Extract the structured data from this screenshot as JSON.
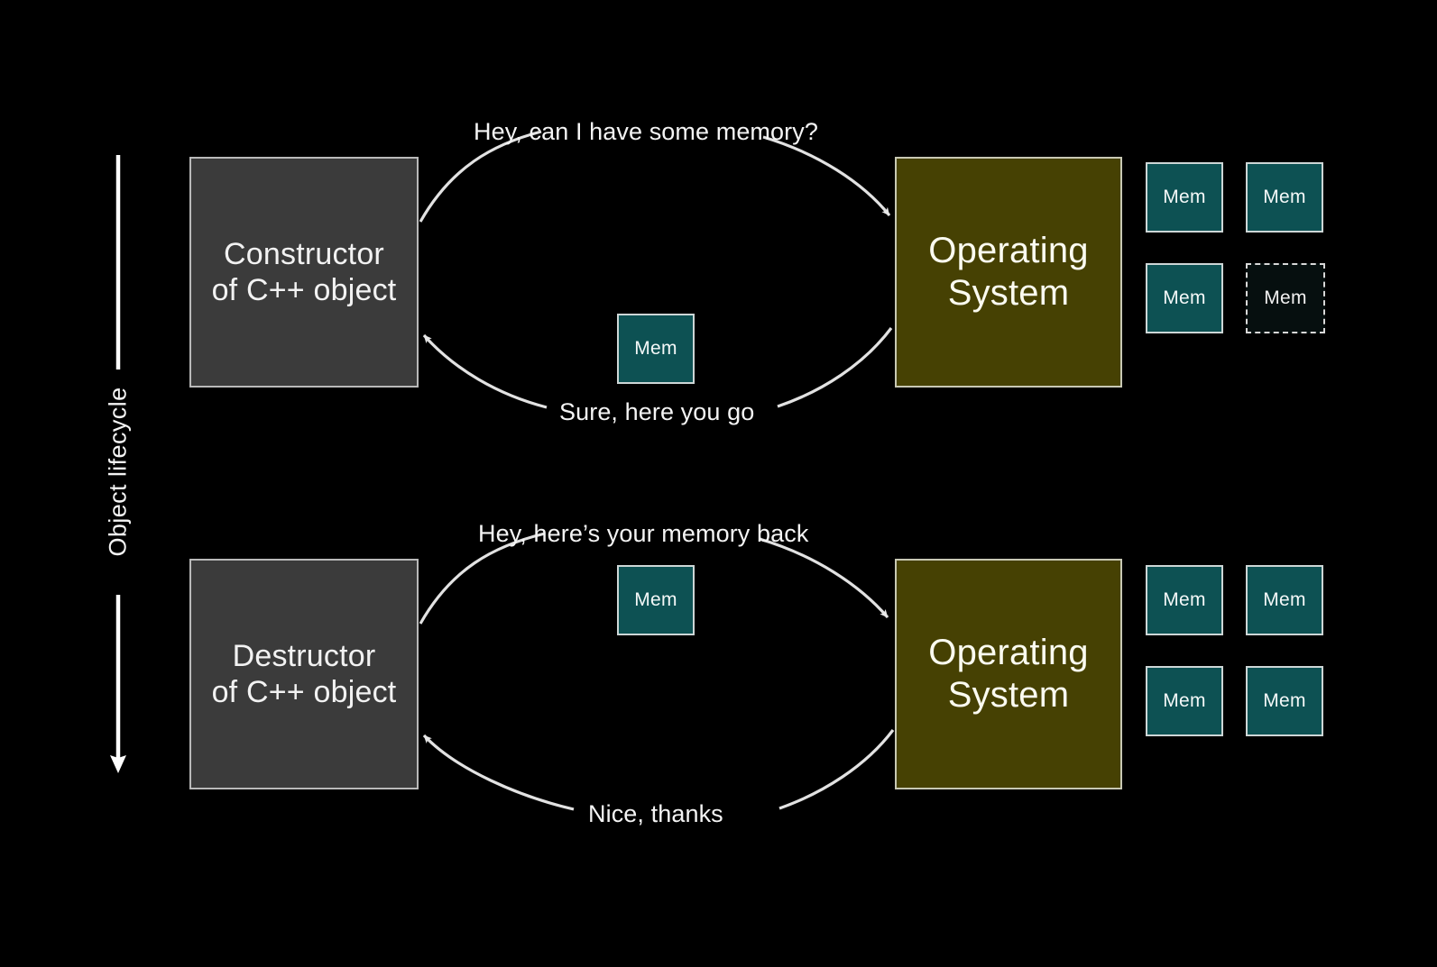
{
  "slide": {
    "background_color": "#000000",
    "title": "",
    "lifecycle_axis": {
      "label": "Object lifecycle",
      "direction": "downward"
    }
  },
  "palette": {
    "background": "#000000",
    "actor_gray": "#3b3b3b",
    "actor_olive": "#464103",
    "mem_teal": "#0d5153",
    "mem_free": "#060f0f",
    "stroke_light": "#c9c9c4",
    "text": "#f4f4f4"
  },
  "phases": [
    {
      "id": "construction",
      "actor": {
        "name": "constructor-box",
        "label": "Constructor\nof C++ object",
        "color": "#3b3b3b"
      },
      "system": {
        "name": "operating-system-box",
        "label": "Operating\nSystem",
        "color": "#464103"
      },
      "request_caption": "Hey, can I have some memory?",
      "response_caption": "Sure, here you go",
      "transferred_memory": {
        "label": "Mem",
        "state": "allocated"
      },
      "memory_pool": [
        {
          "label": "Mem",
          "state": "free"
        },
        {
          "label": "Mem",
          "state": "free"
        },
        {
          "label": "Mem",
          "state": "free"
        },
        {
          "label": "Mem",
          "state": "given-away"
        }
      ]
    },
    {
      "id": "destruction",
      "actor": {
        "name": "destructor-box",
        "label": "Destructor\nof C++ object",
        "color": "#3b3b3b"
      },
      "system": {
        "name": "operating-system-box",
        "label": "Operating\nSystem",
        "color": "#464103"
      },
      "request_caption": "Hey, here’s your memory back",
      "response_caption": "Nice, thanks",
      "transferred_memory": {
        "label": "Mem",
        "state": "returning"
      },
      "memory_pool": [
        {
          "label": "Mem",
          "state": "free"
        },
        {
          "label": "Mem",
          "state": "free"
        },
        {
          "label": "Mem",
          "state": "free"
        },
        {
          "label": "Mem",
          "state": "free"
        }
      ]
    }
  ]
}
